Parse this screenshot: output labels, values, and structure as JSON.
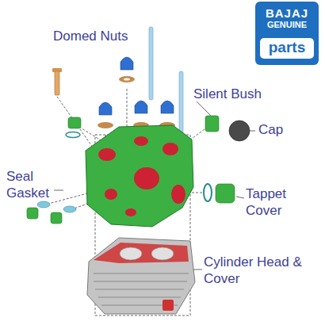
{
  "diagram": {
    "nodes": [
      {
        "text": [
          "BAJAJ",
          "GENUINE"
        ]
      },
      {
        "text": [
          "parts"
        ],
        "in": 0
      }
    ],
    "labels": [
      "Domed Nuts",
      "Silent Bush",
      "Cap",
      "Seal Gasket",
      "Tappet Cover",
      "Cylinder Head & Cover"
    ]
  }
}
